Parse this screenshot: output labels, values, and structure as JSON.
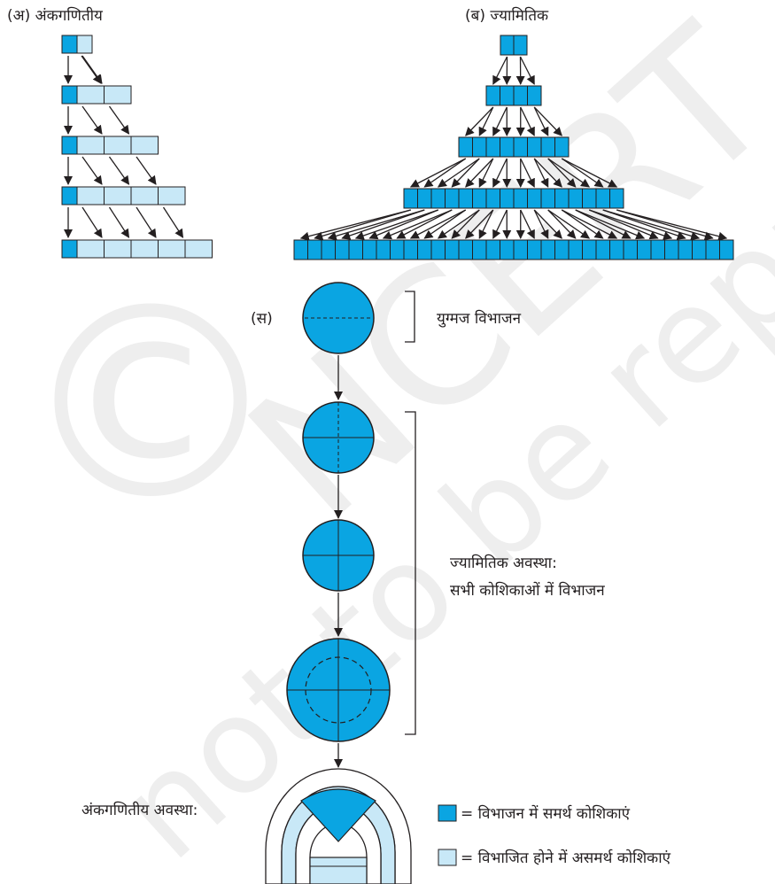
{
  "colors": {
    "dividing": "#0aa5e2",
    "non_dividing": "#c8e8f7",
    "line": "#231f20",
    "watermark": "#9a9a9a"
  },
  "watermark": {
    "symbol": "©",
    "line1": "NCERT",
    "line2": "not to be republished"
  },
  "panel_a": {
    "label": "(अ) अंकगणितीय",
    "rows_dividing": [
      1,
      1,
      1,
      1,
      1
    ],
    "rows_total": [
      2,
      3,
      4,
      5,
      6
    ]
  },
  "panel_b": {
    "label": "(ब) ज्यामितिक",
    "rows_total": [
      2,
      4,
      8,
      16,
      32
    ]
  },
  "panel_c": {
    "label": "(स)",
    "zygote_label": "युग्मज विभाजन",
    "geometric_label_line1": "ज्यामितिक अवस्था:",
    "geometric_label_line2": "सभी कोशिकाओं में विभाजन",
    "arithmetic_label": "अंकगणितीय अवस्था:"
  },
  "legend": {
    "dividing_label": "= विभाजन में समर्थ कोशिकाएं",
    "non_dividing_label": "= विभाजित होने में असमर्थ कोशिकाएं"
  }
}
